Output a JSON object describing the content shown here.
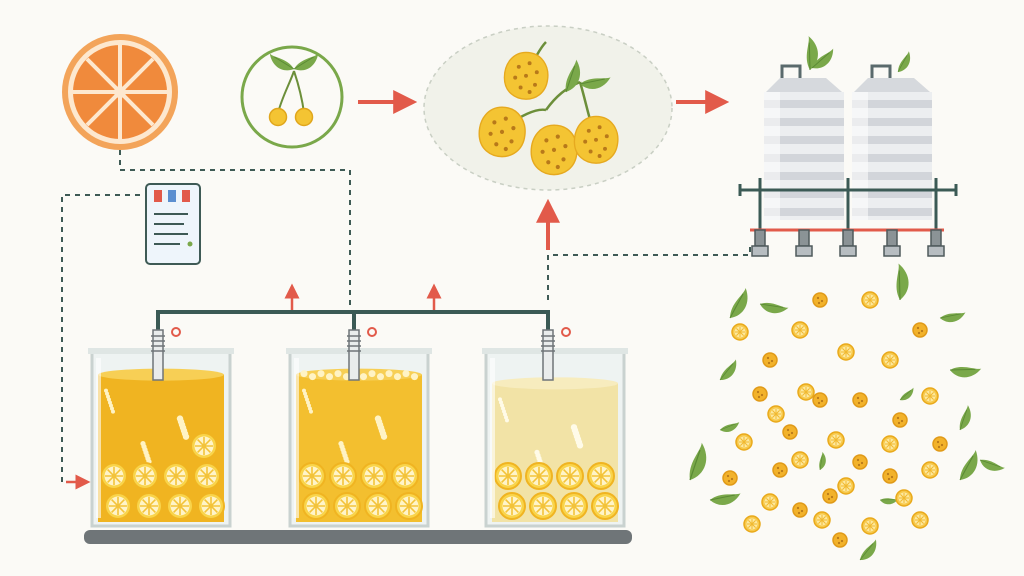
{
  "colors": {
    "background": "#fbfaf6",
    "juice_deep": "#f0b421",
    "juice_mid": "#f3bf2f",
    "juice_pale": "#f2e3a6",
    "fruit_yellow": "#f4c433",
    "fruit_seed": "#b8791a",
    "orange_peel": "#f08a3c",
    "leaf_green": "#7aa84a",
    "pipe_teal": "#3b5a55",
    "arrow_red": "#e25a4a",
    "dashed_line": "#3e5a55",
    "steel_light": "#e7e9ec",
    "steel_dark": "#c4c8cd"
  },
  "icons": [
    "orange-slice-icon",
    "cherry-icon",
    "fruit-cluster-icon",
    "storage-silo-icon",
    "lab-report-icon",
    "fermentation-tank-icon",
    "leaf-icon",
    "process-arrow-icon"
  ],
  "tanks": [
    {
      "id": "tank-1",
      "fill_level": 0.87,
      "juice": "deep",
      "foam": false
    },
    {
      "id": "tank-2",
      "fill_level": 0.87,
      "juice": "mid",
      "foam": true
    },
    {
      "id": "tank-3",
      "fill_level": 0.82,
      "juice": "pale",
      "foam": false
    }
  ],
  "silos": {
    "count": 2,
    "valves": 5
  },
  "report": {
    "tabs": [
      "#e25a4a",
      "#5b8fd0",
      "#e25a4a"
    ]
  }
}
